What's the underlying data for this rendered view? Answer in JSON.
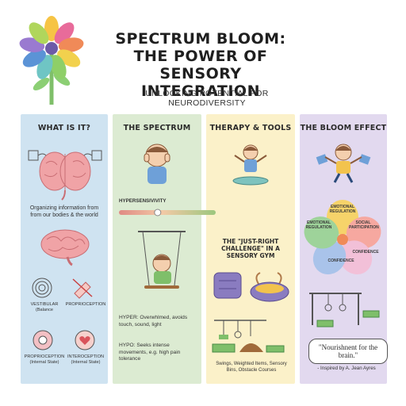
{
  "header": {
    "title_line1": "SPECTRUM BLOOM:",
    "title_line2": "THE POWER OF",
    "title_line3": "SENSORY INTEGRATION",
    "subtitle": "UNLOCKING POTENTIAL FOR NEURODIVERSITY"
  },
  "columns": {
    "what": {
      "title": "WHAT IS IT?",
      "description": "Organizing information from from our bodies & the world",
      "vestibular_label": "VESTIBULAR",
      "vestibular_sub": "(Balance",
      "proprioception_label": "PROPRIOCEPTION",
      "proprioception_label2": "PROPRIOCEPTION",
      "proprioception_sub": "(Internal State)",
      "interoception_label": "INTEROCEPTION",
      "interoception_sub": "(Internal State)"
    },
    "spectrum": {
      "title": "THE SPECTRUM",
      "slider_label": "HYPERSENSIVIVITY",
      "slider_value": 0.4,
      "hyper_text": "HYPER: Overwhlmed, avoids touch, sound, light",
      "hypo_text": "HYPO: Seeks intense movements, e.g. high pain tolerance"
    },
    "therapy": {
      "title": "THERAPY & TOOLS",
      "challenge_text": "THE \"JUST-RIGHT CHALLENGE\" IN A SENSORY GYM",
      "tools_caption": "Swings, Weighted Items, Sensory Bins, Obstacle Courses"
    },
    "bloom": {
      "title": "THE BLOOM EFFECT",
      "petals": [
        "EMOTIONAL REGULATION",
        "EMOTIONAL REGULATION",
        "SOCIAL PARTICIPATION",
        "CONFIDENCE",
        "CONFIDENCE"
      ],
      "quote": "\"Nourishnent for the brain.\"",
      "attribution": "- Inspired by A. Jean Ayres"
    }
  },
  "colors": {
    "blue_col": "#cfe3f1",
    "green_col": "#dcebd2",
    "yellow_col": "#fbf1c9",
    "purple_col": "#e2d9ef",
    "slider_left": "#e08a84",
    "slider_right": "#9cc77e"
  },
  "icons": [
    "flower-logo-icon",
    "brain-icon",
    "spiral-icon",
    "foot-icon",
    "eye-icon",
    "heart-icon",
    "child-icon",
    "swing-icon",
    "weighted-blanket-icon",
    "sensory-bin-icon",
    "gym-equipment-icon",
    "bloom-flower-icon",
    "rings-icon"
  ]
}
